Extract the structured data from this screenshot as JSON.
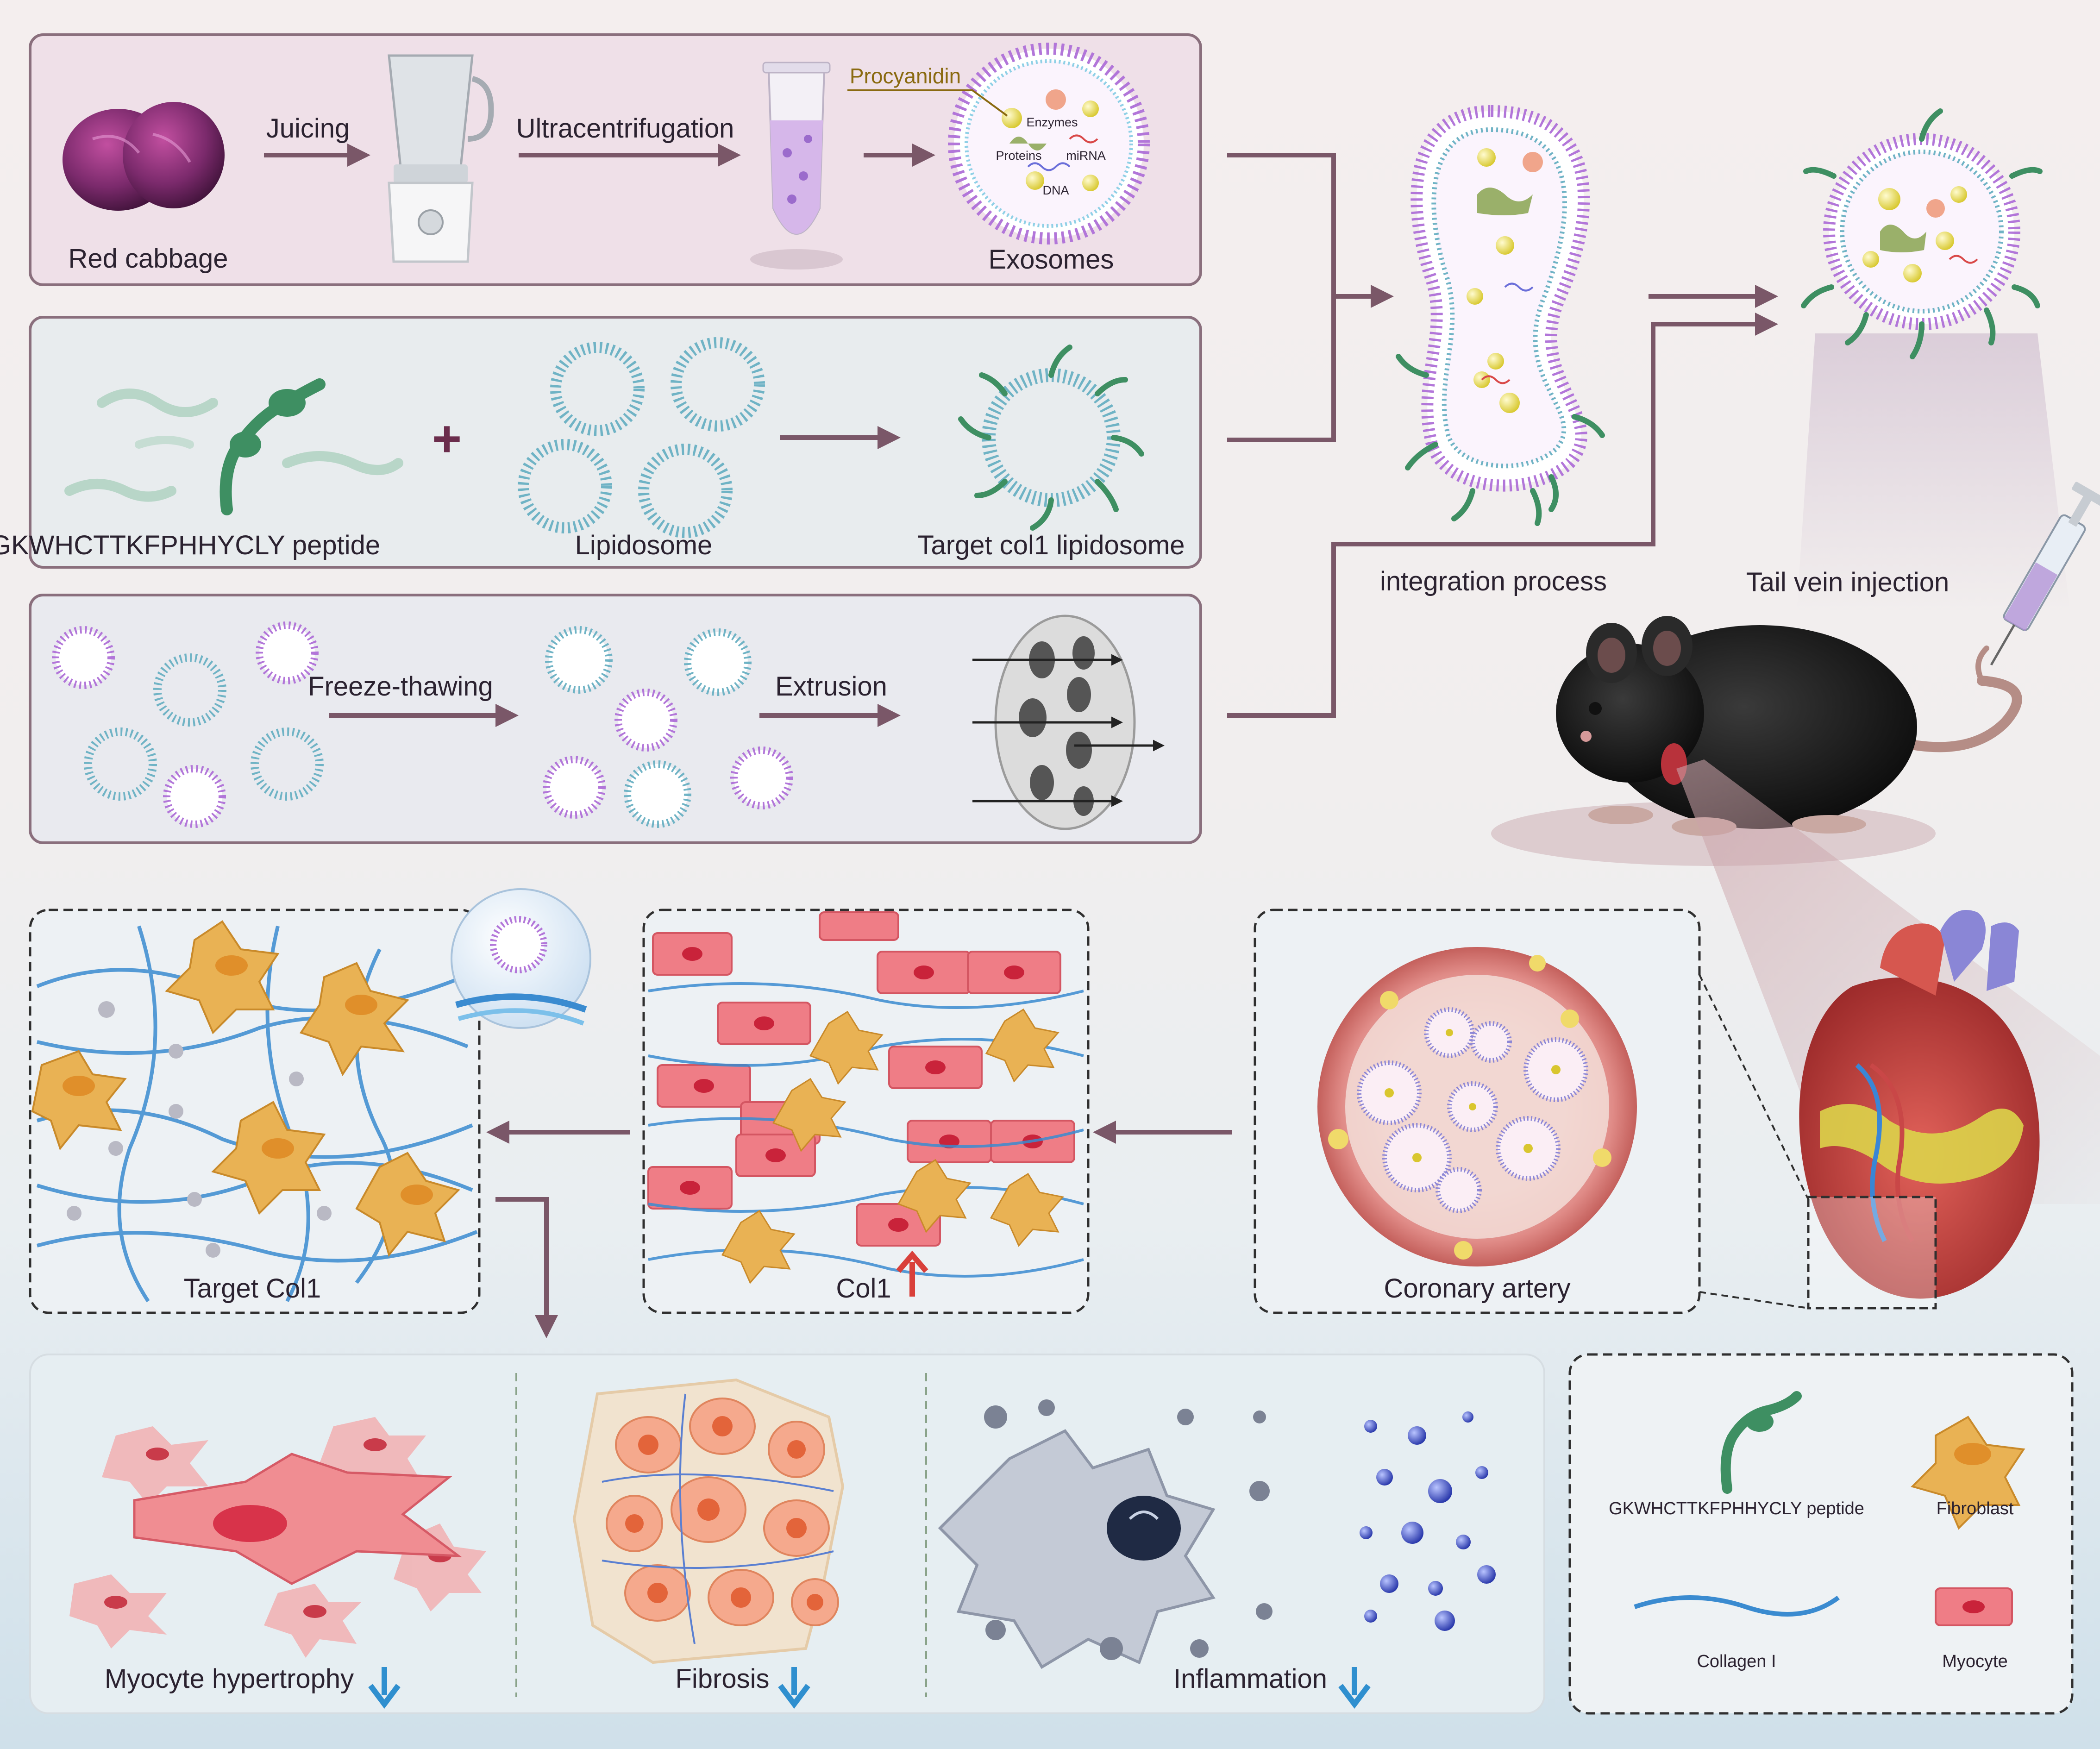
{
  "panel_top": {
    "red_cabbage": "Red cabbage",
    "juicing": "Juicing",
    "ultracentrifugation": "Ultracentrifugation",
    "procyanidin": "Procyanidin",
    "enzymes": "Enzymes",
    "proteins": "Proteins",
    "mirna": "miRNA",
    "dna": "DNA",
    "exosomes": "Exosomes"
  },
  "panel_mid": {
    "peptide": "GKWHCTTKFPHHYCLY peptide",
    "plus": "+",
    "lipidosome": "Lipidosome",
    "target_lipidosome": "Target col1 lipidosome"
  },
  "panel_low": {
    "freeze_thawing": "Freeze-thawing",
    "extrusion": "Extrusion"
  },
  "right_top": {
    "integration": "integration process",
    "tail_vein": "Tail vein injection"
  },
  "tissue": {
    "target_col1": "Target Col1",
    "col1": "Col1",
    "coronary": "Coronary artery"
  },
  "outcomes": {
    "hypertrophy": "Myocyte hypertrophy",
    "fibrosis": "Fibrosis",
    "inflammation": "Inflammation"
  },
  "legend": {
    "peptide": "GKWHCTTKFPHHYCLY peptide",
    "fibroblast": "Fibroblast",
    "collagen": "Collagen I",
    "myocyte": "Myocyte"
  },
  "colors": {
    "arrow": "#7a5768",
    "red_arrow": "#d9403a",
    "blue_arrow": "#2f8fcf",
    "panel_border": "#8a6f7d"
  }
}
